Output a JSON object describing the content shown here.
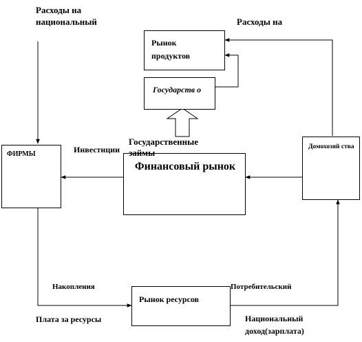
{
  "nodes": {
    "firms": "ФИРМЫ",
    "households": "Домохозяй ства",
    "product_market": "Рынок продуктов",
    "government": "Государств о",
    "financial_market": "Финансовый рынок",
    "resource_market": "Рынок ресурсов"
  },
  "labels": {
    "national_spending_left_line1": "Расходы на",
    "national_spending_left_line2": "национальный",
    "spending_right": "Расходы на",
    "gov_bonds_line1": "Государственные",
    "gov_bonds_line2": "займы",
    "investments": "Инвестиции",
    "savings": "Накопления",
    "consumer": "Потребительский",
    "resource_payment": "Плата за ресурсы",
    "national_income_line1": "Национальный",
    "national_income_line2": "доход(зарплата)"
  }
}
